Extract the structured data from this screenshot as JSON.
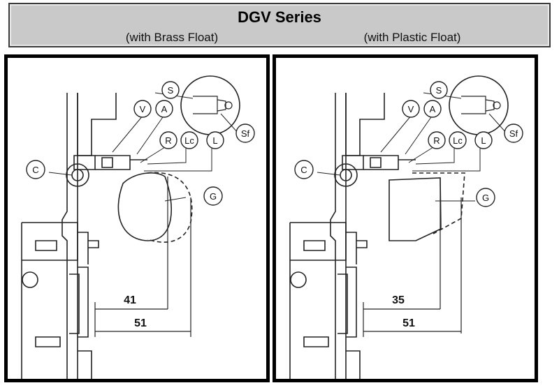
{
  "header": {
    "title": "DGV Series",
    "left_caption": "(with Brass Float)",
    "right_caption": "(with Plastic Float)"
  },
  "labels": {
    "s": "S",
    "sf": "Sf",
    "v": "V",
    "a": "A",
    "r": "R",
    "lc": "Lc",
    "l": "L",
    "c": "C",
    "g": "G"
  },
  "left_panel": {
    "dim_inner": "41",
    "dim_outer": "51"
  },
  "right_panel": {
    "dim_inner": "35",
    "dim_outer": "51"
  }
}
